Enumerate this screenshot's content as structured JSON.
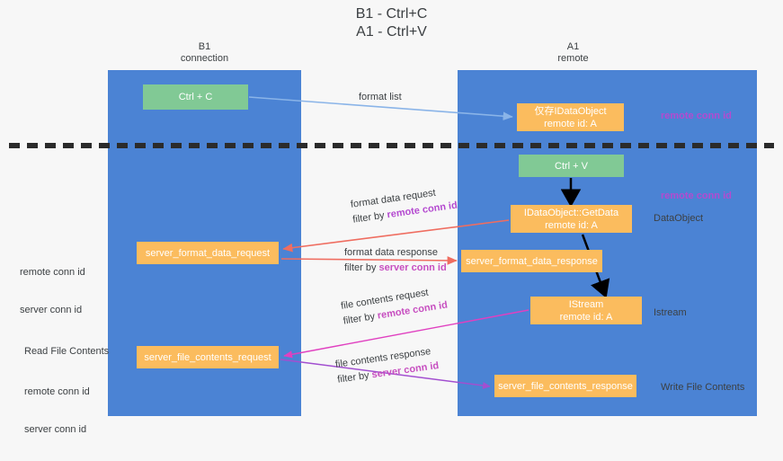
{
  "title": "B1 - Ctrl+C\nA1 - Ctrl+V",
  "lanes": [
    {
      "id": "b1",
      "title": "B1\nconnection"
    },
    {
      "id": "a1",
      "title": "A1\nremote"
    }
  ],
  "boxes": {
    "ctrl_c": "Ctrl + C",
    "idataobject": "仅存IDataObject\nremote id: A",
    "ctrl_v": "Ctrl + V",
    "getdata": "IDataObject::GetData\nremote id: A",
    "server_format_data_request": "server_format_data_request",
    "server_format_data_response": "server_format_data_response",
    "istream": "IStream\nremote id: A",
    "server_file_contents_request": "server_file_contents_request",
    "server_file_contents_response": "server_file_contents_response"
  },
  "edges": {
    "format_list": "format list",
    "format_data_request": "format data request",
    "format_data_response": "format data response",
    "file_contents_request": "file contents request",
    "file_contents_response": "file contents response",
    "filter_by": "filter by ",
    "remote_conn_id": "remote conn id",
    "server_conn_id": "server conn id"
  },
  "annotations": {
    "remote_conn_id_top": "remote conn id",
    "remote_conn_id_mid": "remote conn id",
    "dataobject": "DataObject",
    "istream": "Istream",
    "write_file_contents": "Write File Contents",
    "read_file_contents": "Read File Contents",
    "left_remote_conn_id_1": "remote conn id",
    "left_server_conn_id_1": "server conn id",
    "left_remote_conn_id_2": "remote conn id",
    "left_server_conn_id_2": "server conn id"
  },
  "colors": {
    "lane": "#4b83d4",
    "green_box": "#81c995",
    "orange_box": "#fbbc5e",
    "purple_text": "#b44ad0",
    "green_text": "#7cc08e",
    "pink_text": "#c74fc0",
    "divider": "#2b2b2b",
    "background": "#f7f7f7",
    "blue_arrow": "#8ab4e8",
    "red_arrow": "#ef6d60",
    "magenta_arrow": "#e040c0",
    "violet_arrow": "#a24fd0",
    "black_arrow": "#000000"
  }
}
